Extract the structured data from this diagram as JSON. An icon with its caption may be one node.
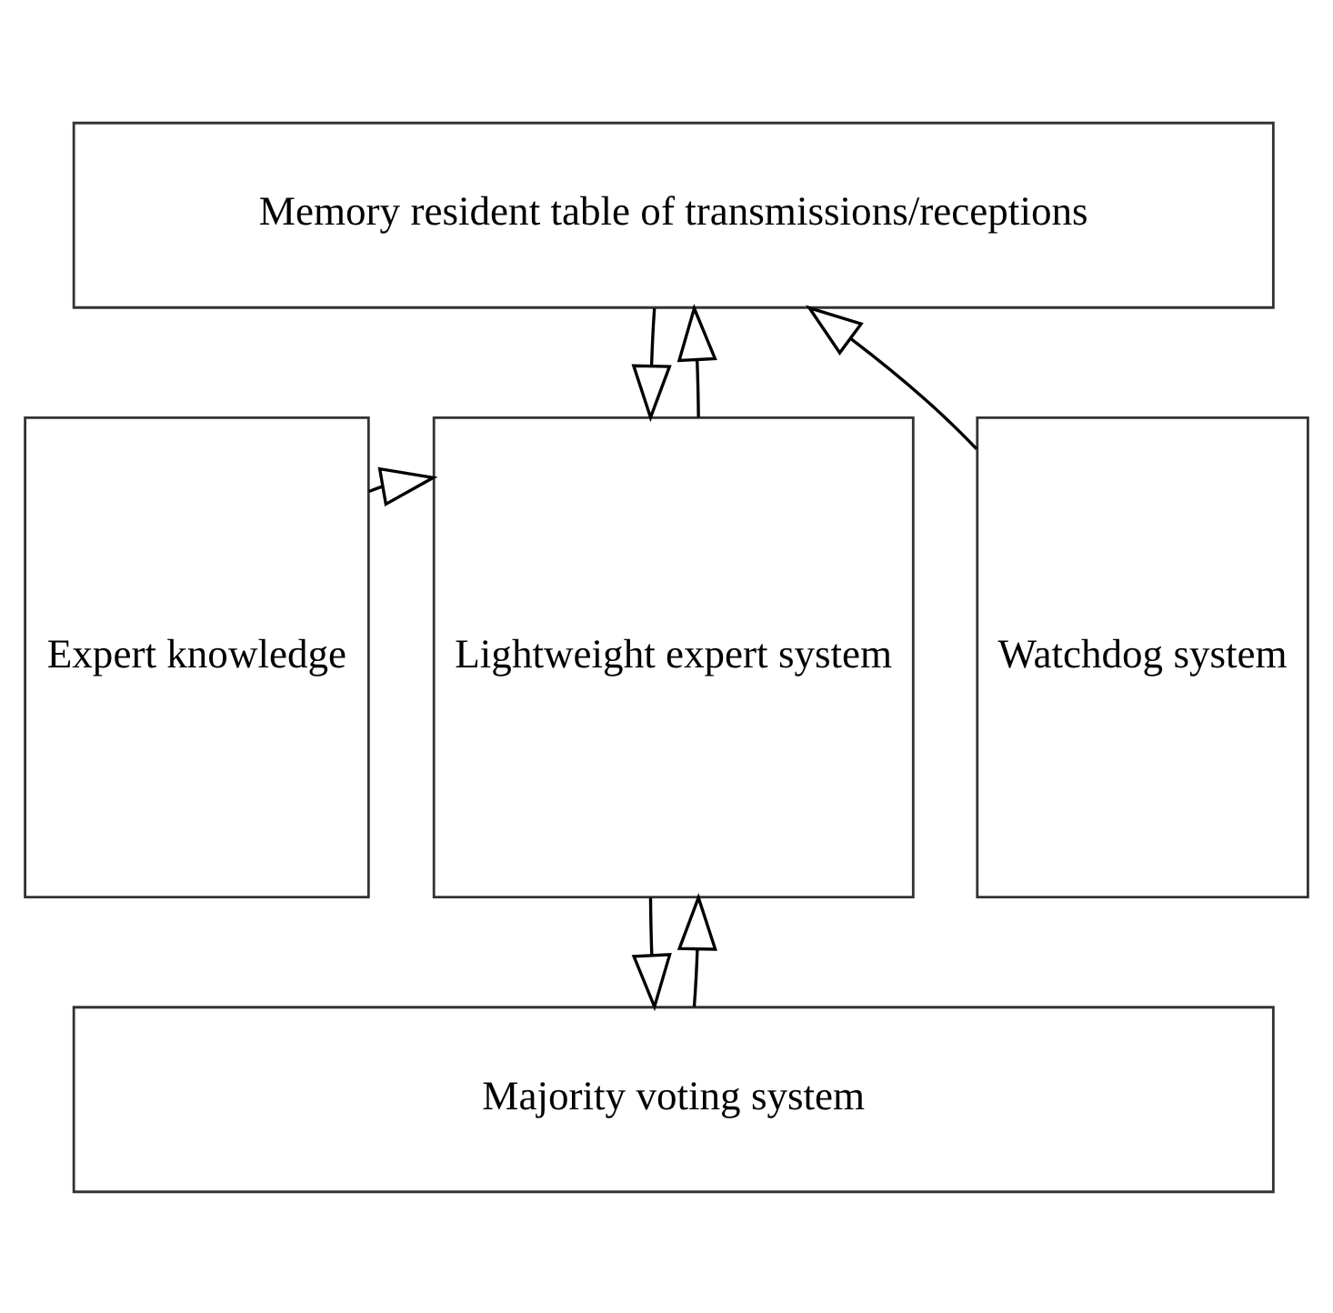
{
  "diagram": {
    "nodes": [
      {
        "text": [
          "Memory resident table of transmissions/receptions"
        ]
      },
      {
        "text": [
          "Expert knowledge"
        ]
      },
      {
        "text": [
          "Lightweight expert system"
        ]
      },
      {
        "text": [
          "Watchdog system"
        ]
      },
      {
        "text": [
          "Majority voting system"
        ]
      }
    ],
    "edges": [
      {
        "from": 2,
        "to": 0,
        "arrow": "to"
      },
      {
        "from": 0,
        "to": 2,
        "arrow": "to"
      },
      {
        "from": 3,
        "to": 0,
        "arrow": "to"
      },
      {
        "from": 1,
        "to": 2,
        "arrow": "to"
      },
      {
        "from": 4,
        "to": 2,
        "arrow": "to"
      },
      {
        "from": 2,
        "to": 4,
        "arrow": "to"
      }
    ]
  }
}
